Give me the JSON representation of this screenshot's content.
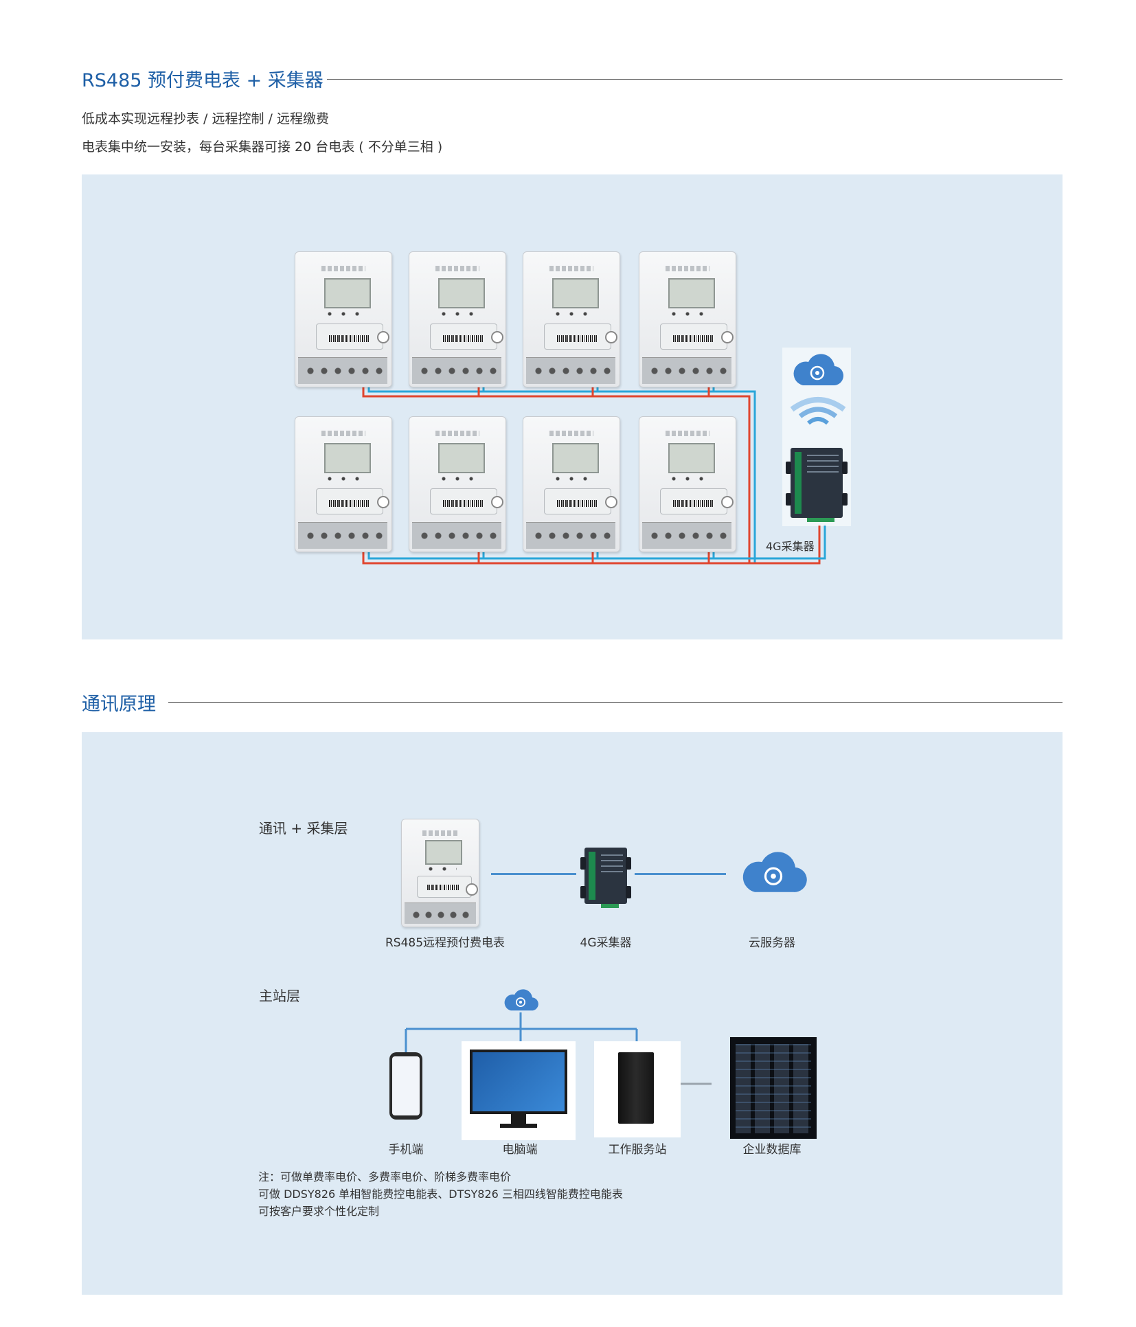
{
  "section1": {
    "title": "RS485 预付费电表 + 采集器",
    "lines": [
      "低成本实现远程抄表 / 远程控制 / 远程缴费",
      "电表集中统一安装，每台采集器可接 20 台电表 ( 不分单三相 )"
    ],
    "collector_label": "4G采集器"
  },
  "section2": {
    "title": "通讯原理",
    "layer1_label": "通讯 + 采集层",
    "layer1_items": [
      "RS485远程预付费电表",
      "4G采集器",
      "云服务器"
    ],
    "layer2_label": "主站层",
    "layer2_items": [
      "手机端",
      "电脑端",
      "工作服务站",
      "企业数据库"
    ],
    "notes": [
      "注：可做单费率电价、多费率电价、阶梯多费率电价",
      "可做 DDSY826 单相智能费控电能表、DTSY826 三相四线智能费控电能表",
      "可按客户要求个性化定制"
    ]
  },
  "colors": {
    "title_blue": "#1e5fa6",
    "panel_bg": "#deeaf4",
    "wire_red": "#e0452e",
    "wire_blue": "#2aa6d9",
    "link_blue": "#4a90cf",
    "cloud_blue": "#3f82cc"
  },
  "icons": [
    "cloud-icon",
    "wifi-signal-icon",
    "phone-icon",
    "monitor-icon",
    "server-tower-icon",
    "server-rack-icon",
    "meter-icon",
    "collector-icon"
  ]
}
